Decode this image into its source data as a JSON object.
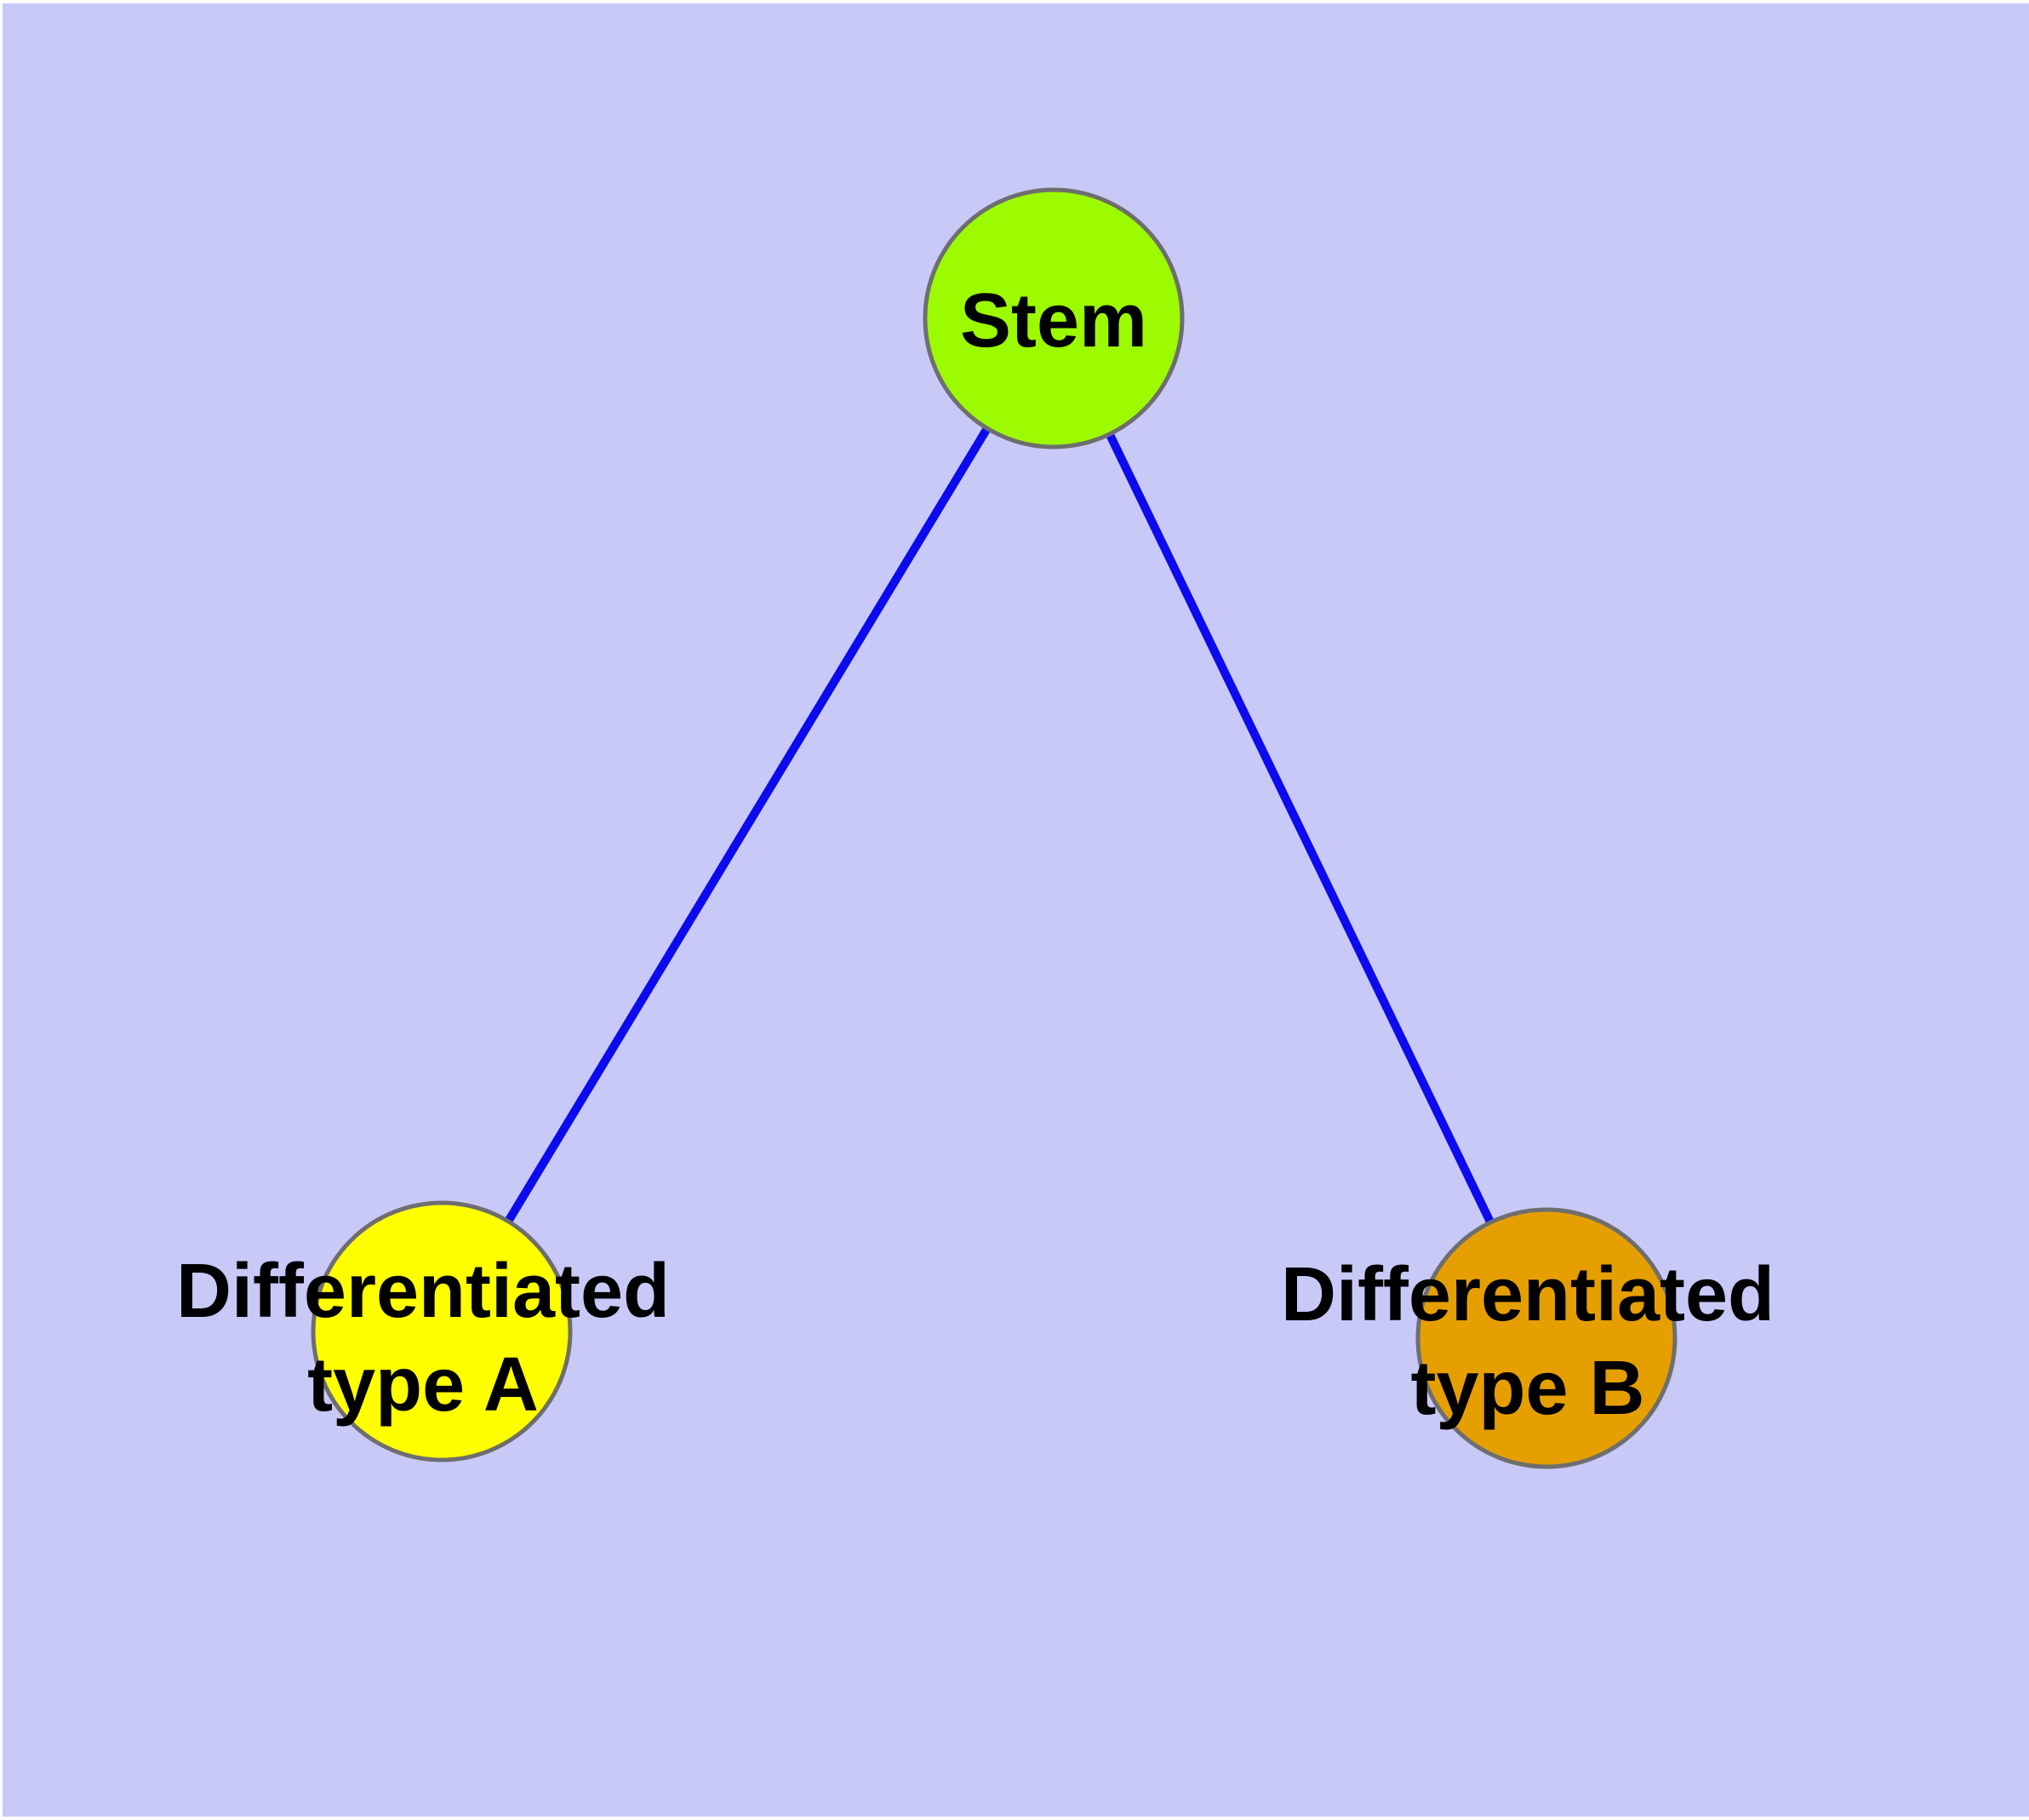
{
  "diagram": {
    "kind": "cell-differentiation-graph",
    "background_color": "#C9C9F8",
    "margin_color": "#FFFFFF",
    "edge_color": "#0B0BEE",
    "node_border_color": "#6E6E6E",
    "label_color": "#000000",
    "nodes": [
      {
        "id": "stem",
        "label": "Stem",
        "color": "#9CFB00"
      },
      {
        "id": "typeA",
        "label_line1": "Differentiated",
        "label_line2": "type A",
        "color": "#FFFF00"
      },
      {
        "id": "typeB",
        "label_line1": "Differentiated",
        "label_line2": "type B",
        "color": "#E69F00"
      }
    ],
    "edges": [
      {
        "from": "Stem",
        "to": "Differentiated type A"
      },
      {
        "from": "Stem",
        "to": "Differentiated type B"
      }
    ]
  }
}
